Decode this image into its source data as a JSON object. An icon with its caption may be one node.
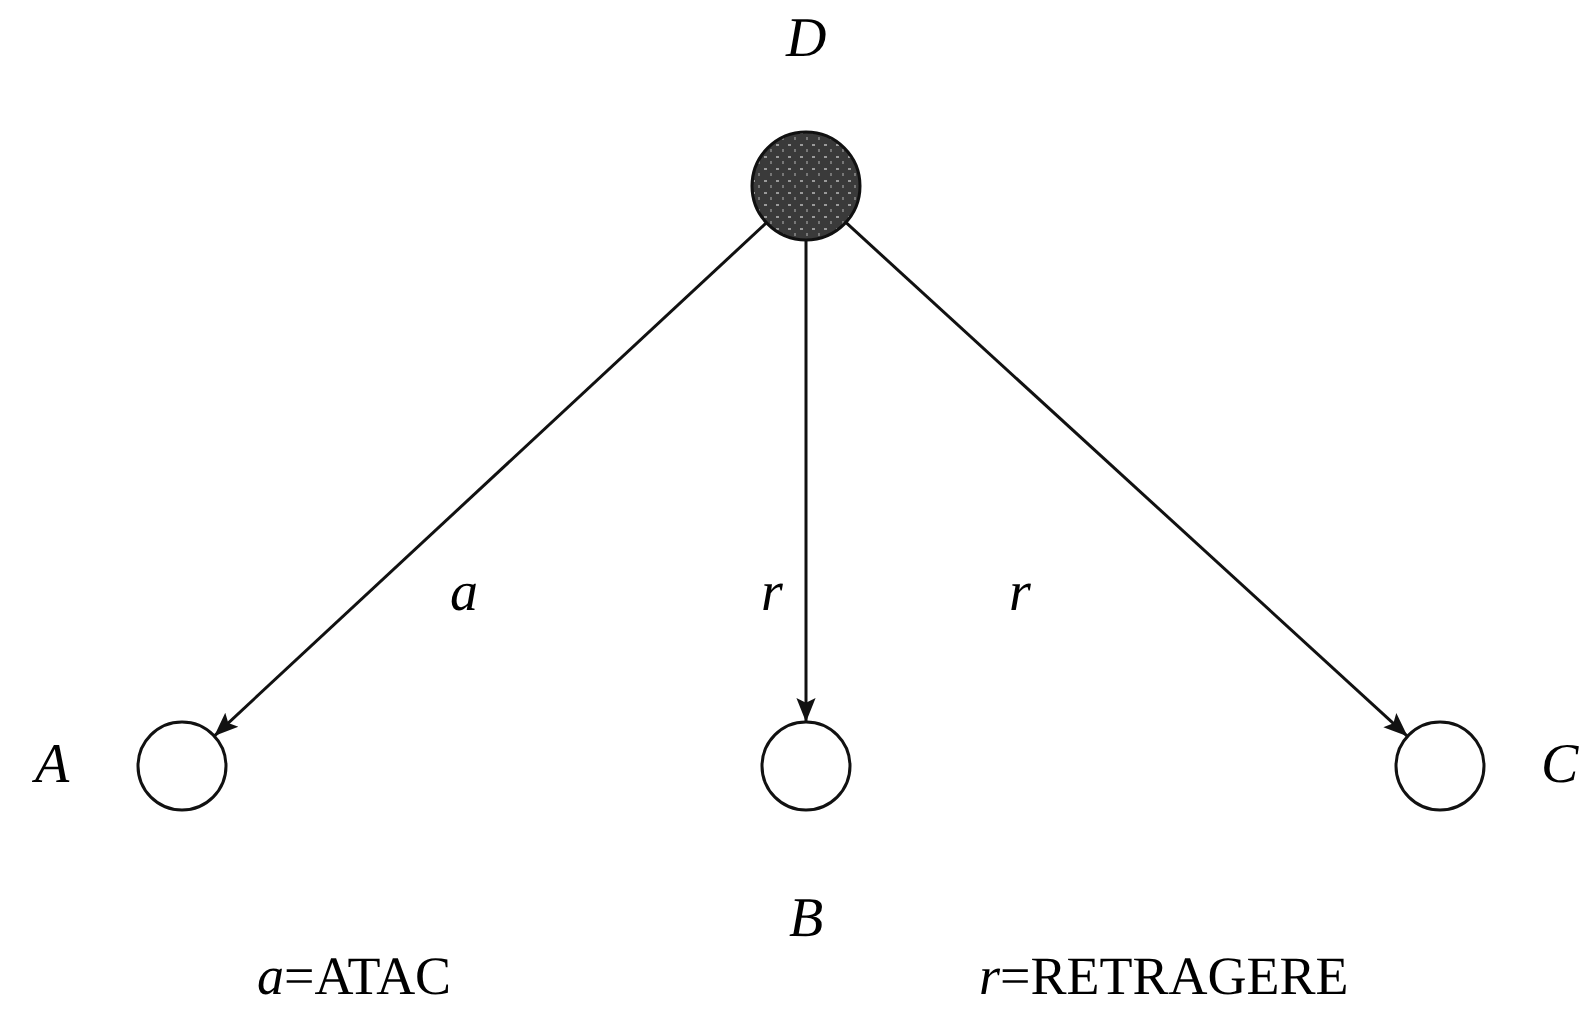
{
  "diagram": {
    "nodes": [
      {
        "text": [
          "D"
        ]
      },
      {
        "text": [
          "A"
        ]
      },
      {
        "text": [
          "B"
        ]
      },
      {
        "text": [
          "C"
        ]
      }
    ],
    "edges": [
      {
        "from": 0,
        "to": 1,
        "arrow": "to",
        "label": "a"
      },
      {
        "from": 0,
        "to": 2,
        "arrow": "to",
        "label": "r"
      },
      {
        "from": 0,
        "to": 3,
        "arrow": "to",
        "label": "r"
      }
    ],
    "labels": [
      "*a*=ATAC",
      "*r*=RETRAGERE"
    ]
  }
}
